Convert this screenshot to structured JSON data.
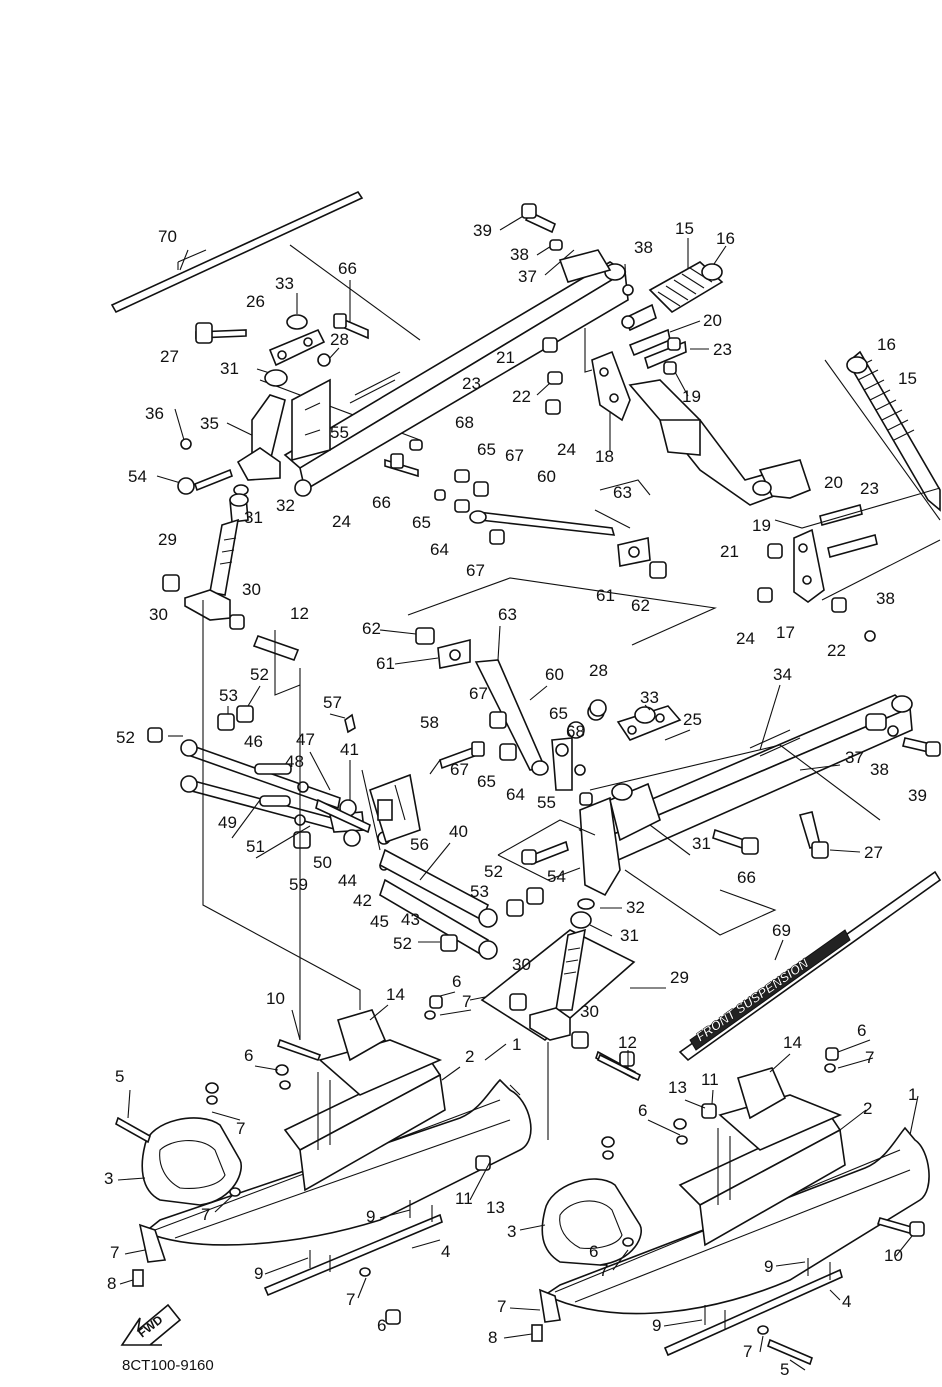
{
  "diagram": {
    "code": "8CT100-9160",
    "fwd_arrow_label": "FWD",
    "decal_text": "FRONT SUSPENSION",
    "callouts": [
      {
        "id": "c70a",
        "text": "70"
      },
      {
        "id": "c39a",
        "text": "39"
      },
      {
        "id": "c38a",
        "text": "38"
      },
      {
        "id": "c37a",
        "text": "37"
      },
      {
        "id": "c38b",
        "text": "38"
      },
      {
        "id": "c15a",
        "text": "15"
      },
      {
        "id": "c16a",
        "text": "16"
      },
      {
        "id": "c66a",
        "text": "66"
      },
      {
        "id": "c33a",
        "text": "33"
      },
      {
        "id": "c26",
        "text": "26"
      },
      {
        "id": "c28a",
        "text": "28"
      },
      {
        "id": "c27a",
        "text": "27"
      },
      {
        "id": "c31a",
        "text": "31"
      },
      {
        "id": "c20a",
        "text": "20"
      },
      {
        "id": "c23a",
        "text": "23"
      },
      {
        "id": "c21a",
        "text": "21"
      },
      {
        "id": "c16b",
        "text": "16"
      },
      {
        "id": "c15b",
        "text": "15"
      },
      {
        "id": "c22a",
        "text": "22"
      },
      {
        "id": "c19a",
        "text": "19"
      },
      {
        "id": "c23b",
        "text": "23"
      },
      {
        "id": "c36",
        "text": "36"
      },
      {
        "id": "c35",
        "text": "35"
      },
      {
        "id": "c55a",
        "text": "55"
      },
      {
        "id": "c68a",
        "text": "68"
      },
      {
        "id": "c24a",
        "text": "24"
      },
      {
        "id": "c18",
        "text": "18"
      },
      {
        "id": "c65a",
        "text": "65"
      },
      {
        "id": "c67a",
        "text": "67"
      },
      {
        "id": "c54a",
        "text": "54"
      },
      {
        "id": "c32a",
        "text": "32"
      },
      {
        "id": "c24b",
        "text": "24"
      },
      {
        "id": "c66b",
        "text": "66"
      },
      {
        "id": "c60a",
        "text": "60"
      },
      {
        "id": "c63a",
        "text": "63"
      },
      {
        "id": "c20b",
        "text": "20"
      },
      {
        "id": "c23c",
        "text": "23"
      },
      {
        "id": "c31b",
        "text": "31"
      },
      {
        "id": "c65b",
        "text": "65"
      },
      {
        "id": "c19b",
        "text": "19"
      },
      {
        "id": "c64a",
        "text": "64"
      },
      {
        "id": "c29a",
        "text": "29"
      },
      {
        "id": "c21b",
        "text": "21"
      },
      {
        "id": "c67b",
        "text": "67"
      },
      {
        "id": "c30a",
        "text": "30"
      },
      {
        "id": "c30b",
        "text": "30"
      },
      {
        "id": "c61a",
        "text": "61"
      },
      {
        "id": "c62a",
        "text": "62"
      },
      {
        "id": "c24c",
        "text": "24"
      },
      {
        "id": "c17",
        "text": "17"
      },
      {
        "id": "c22b",
        "text": "22"
      },
      {
        "id": "c38c",
        "text": "38"
      },
      {
        "id": "c12a",
        "text": "12"
      },
      {
        "id": "c62b",
        "text": "62"
      },
      {
        "id": "c63b",
        "text": "63"
      },
      {
        "id": "c61b",
        "text": "61"
      },
      {
        "id": "c60b",
        "text": "60"
      },
      {
        "id": "c34",
        "text": "34"
      },
      {
        "id": "c52a",
        "text": "52"
      },
      {
        "id": "c53a",
        "text": "53"
      },
      {
        "id": "c57",
        "text": "57"
      },
      {
        "id": "c28b",
        "text": "28"
      },
      {
        "id": "c33b",
        "text": "33"
      },
      {
        "id": "c67c",
        "text": "67"
      },
      {
        "id": "c65c",
        "text": "65"
      },
      {
        "id": "c25",
        "text": "25"
      },
      {
        "id": "c52b",
        "text": "52"
      },
      {
        "id": "c46",
        "text": "46"
      },
      {
        "id": "c47",
        "text": "47"
      },
      {
        "id": "c58",
        "text": "58"
      },
      {
        "id": "c68b",
        "text": "68"
      },
      {
        "id": "c48",
        "text": "48"
      },
      {
        "id": "c41",
        "text": "41"
      },
      {
        "id": "c67d",
        "text": "67"
      },
      {
        "id": "c65d",
        "text": "65"
      },
      {
        "id": "c64b",
        "text": "64"
      },
      {
        "id": "c55b",
        "text": "55"
      },
      {
        "id": "c37b",
        "text": "37"
      },
      {
        "id": "c38d",
        "text": "38"
      },
      {
        "id": "c39b",
        "text": "39"
      },
      {
        "id": "c49",
        "text": "49"
      },
      {
        "id": "c40",
        "text": "40"
      },
      {
        "id": "c31c",
        "text": "31"
      },
      {
        "id": "c51",
        "text": "51"
      },
      {
        "id": "c56",
        "text": "56"
      },
      {
        "id": "c66c",
        "text": "66"
      },
      {
        "id": "c27b",
        "text": "27"
      },
      {
        "id": "c59",
        "text": "59"
      },
      {
        "id": "c50",
        "text": "50"
      },
      {
        "id": "c44",
        "text": "44"
      },
      {
        "id": "c54b",
        "text": "54"
      },
      {
        "id": "c52c",
        "text": "52"
      },
      {
        "id": "c42",
        "text": "42"
      },
      {
        "id": "c53b",
        "text": "53"
      },
      {
        "id": "c32b",
        "text": "32"
      },
      {
        "id": "c45",
        "text": "45"
      },
      {
        "id": "c43",
        "text": "43"
      },
      {
        "id": "c31d",
        "text": "31"
      },
      {
        "id": "c52d",
        "text": "52"
      },
      {
        "id": "c69",
        "text": "69"
      },
      {
        "id": "c29b",
        "text": "29"
      },
      {
        "id": "c30c",
        "text": "30"
      },
      {
        "id": "c6a",
        "text": "6"
      },
      {
        "id": "c7a",
        "text": "7"
      },
      {
        "id": "c10a",
        "text": "10"
      },
      {
        "id": "c14a",
        "text": "14"
      },
      {
        "id": "c30d",
        "text": "30"
      },
      {
        "id": "c12b",
        "text": "12"
      },
      {
        "id": "c14b",
        "text": "14"
      },
      {
        "id": "c6b",
        "text": "6"
      },
      {
        "id": "c7b",
        "text": "7"
      },
      {
        "id": "c2a",
        "text": "2"
      },
      {
        "id": "c1a",
        "text": "1"
      },
      {
        "id": "c6c",
        "text": "6"
      },
      {
        "id": "c5a",
        "text": "5"
      },
      {
        "id": "c13a",
        "text": "13"
      },
      {
        "id": "c11a",
        "text": "11"
      },
      {
        "id": "c7c",
        "text": "7"
      },
      {
        "id": "c1b",
        "text": "1"
      },
      {
        "id": "c6d",
        "text": "6"
      },
      {
        "id": "c2b",
        "text": "2"
      },
      {
        "id": "c3a",
        "text": "3"
      },
      {
        "id": "c11b",
        "text": "11"
      },
      {
        "id": "c7d",
        "text": "7"
      },
      {
        "id": "c13b",
        "text": "13"
      },
      {
        "id": "c9a",
        "text": "9"
      },
      {
        "id": "c10b",
        "text": "10"
      },
      {
        "id": "c3b",
        "text": "3"
      },
      {
        "id": "c7e",
        "text": "7"
      },
      {
        "id": "c6e",
        "text": "6"
      },
      {
        "id": "c4a",
        "text": "4"
      },
      {
        "id": "c8a",
        "text": "8"
      },
      {
        "id": "c9b",
        "text": "9"
      },
      {
        "id": "c7f",
        "text": "7"
      },
      {
        "id": "c9c",
        "text": "9"
      },
      {
        "id": "c7g",
        "text": "7"
      },
      {
        "id": "c6f",
        "text": "6"
      },
      {
        "id": "c4b",
        "text": "4"
      },
      {
        "id": "c7h",
        "text": "7"
      },
      {
        "id": "c8b",
        "text": "8"
      },
      {
        "id": "c9d",
        "text": "9"
      },
      {
        "id": "c7i",
        "text": "7"
      },
      {
        "id": "c5b",
        "text": "5"
      }
    ]
  }
}
